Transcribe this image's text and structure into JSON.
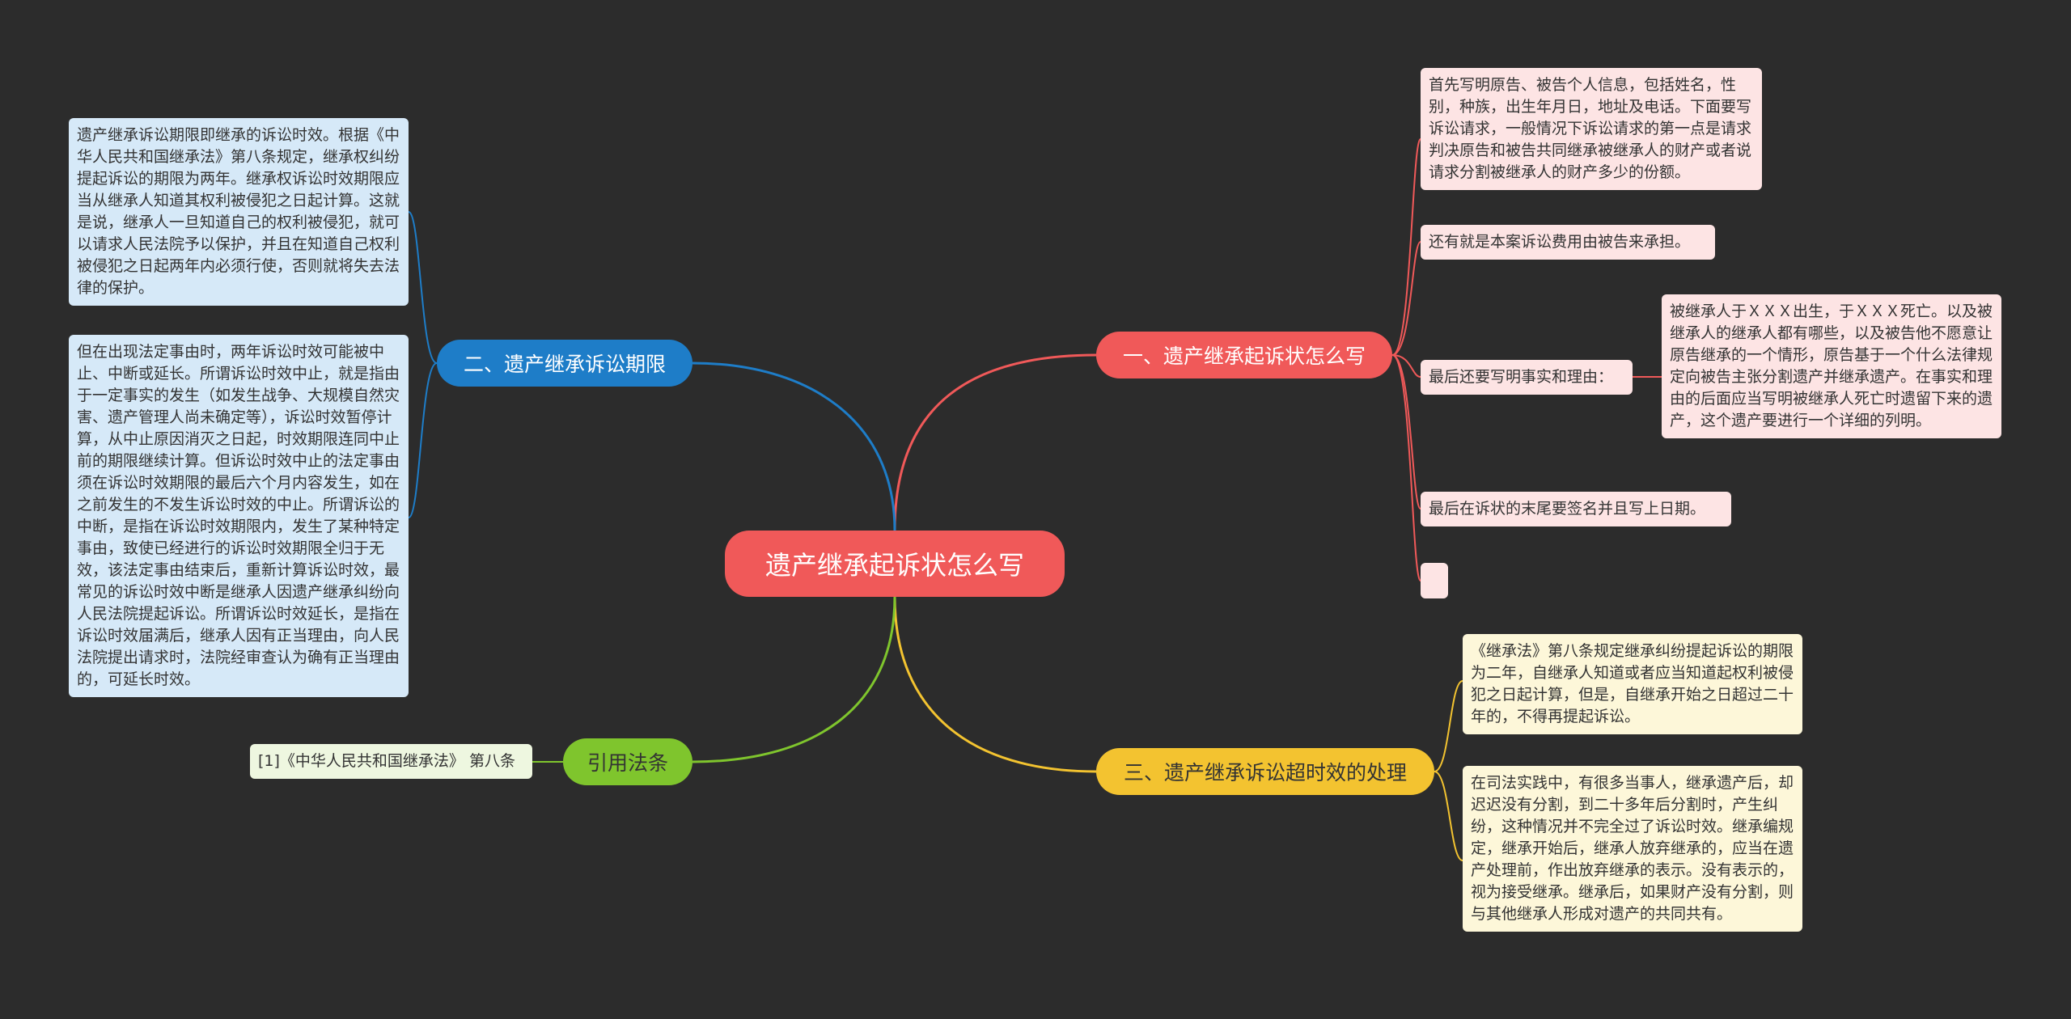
{
  "root": {
    "label": "遗产继承起诉状怎么写"
  },
  "branches": [
    {
      "label": "一、遗产继承起诉状怎么写",
      "color": "#f05959",
      "children": [
        "首先写明原告、被告个人信息，包括姓名，性别，种族，出生年月日，地址及电话。下面要写诉讼请求，一般情况下诉讼请求的第一点是请求判决原告和被告共同继承被继承人的财产或者说请求分割被继承人的财产多少的份额。",
        "还有就是本案诉讼费用由被告来承担。",
        "最后还要写明事实和理由：",
        "被继承人于ＸＸＸ出生，于ＸＸＸ死亡。以及被继承人的继承人都有哪些，以及被告他不愿意让原告继承的一个情形，原告基于一个什么法律规定向被告主张分割遗产并继承遗产。在事实和理由的后面应当写明被继承人死亡时遗留下来的遗产，这个遗产要进行一个详细的列明。",
        "最后在诉状的末尾要签名并且写上日期。",
        ""
      ]
    },
    {
      "label": "二、遗产继承诉讼期限",
      "color": "#1e7dc8",
      "children": [
        "遗产继承诉讼期限即继承的诉讼时效。根据《中华人民共和国继承法》第八条规定，继承权纠纷提起诉讼的期限为两年。继承权诉讼时效期限应当从继承人知道其权利被侵犯之日起计算。这就是说，继承人一旦知道自己的权利被侵犯，就可以请求人民法院予以保护，并且在知道自己权利被侵犯之日起两年内必须行使，否则就将失去法律的保护。",
        "但在出现法定事由时，两年诉讼时效可能被中止、中断或延长。所谓诉讼时效中止，就是指由于一定事实的发生（如发生战争、大规模自然灾害、遗产管理人尚未确定等），诉讼时效暂停计算，从中止原因消灭之日起，时效期限连同中止前的期限继续计算。但诉讼时效中止的法定事由须在诉讼时效期限的最后六个月内容发生，如在之前发生的不发生诉讼时效的中止。所谓诉讼的中断，是指在诉讼时效期限内，发生了某种特定事由，致使已经进行的诉讼时效期限全归于无效，该法定事由结束后，重新计算诉讼时效，最常见的诉讼时效中断是继承人因遗产继承纠纷向人民法院提起诉讼。所谓诉讼时效延长，是指在诉讼时效届满后，继承人因有正当理由，向人民法院提出请求时，法院经审查认为确有正当理由的，可延长时效。"
      ]
    },
    {
      "label": "三、遗产继承诉讼超时效的处理",
      "color": "#f3c330",
      "children": [
        "《继承法》第八条规定继承纠纷提起诉讼的期限为二年，自继承人知道或者应当知道起权利被侵犯之日起计算，但是，自继承开始之日超过二十年的，不得再提起诉讼。",
        "在司法实践中，有很多当事人，继承遗产后，却迟迟没有分割，到二十多年后分割时，产生纠纷，这种情况并不完全过了诉讼时效。继承编规定，继承开始后，继承人放弃继承的，应当在遗产处理前，作出放弃继承的表示。没有表示的，视为接受继承。继承后，如果财产没有分割，则与其他继承人形成对遗产的共同共有。"
      ]
    },
    {
      "label": "引用法条",
      "color": "#7fc52d",
      "children": [
        "[1]《中华人民共和国继承法》 第八条"
      ]
    }
  ]
}
